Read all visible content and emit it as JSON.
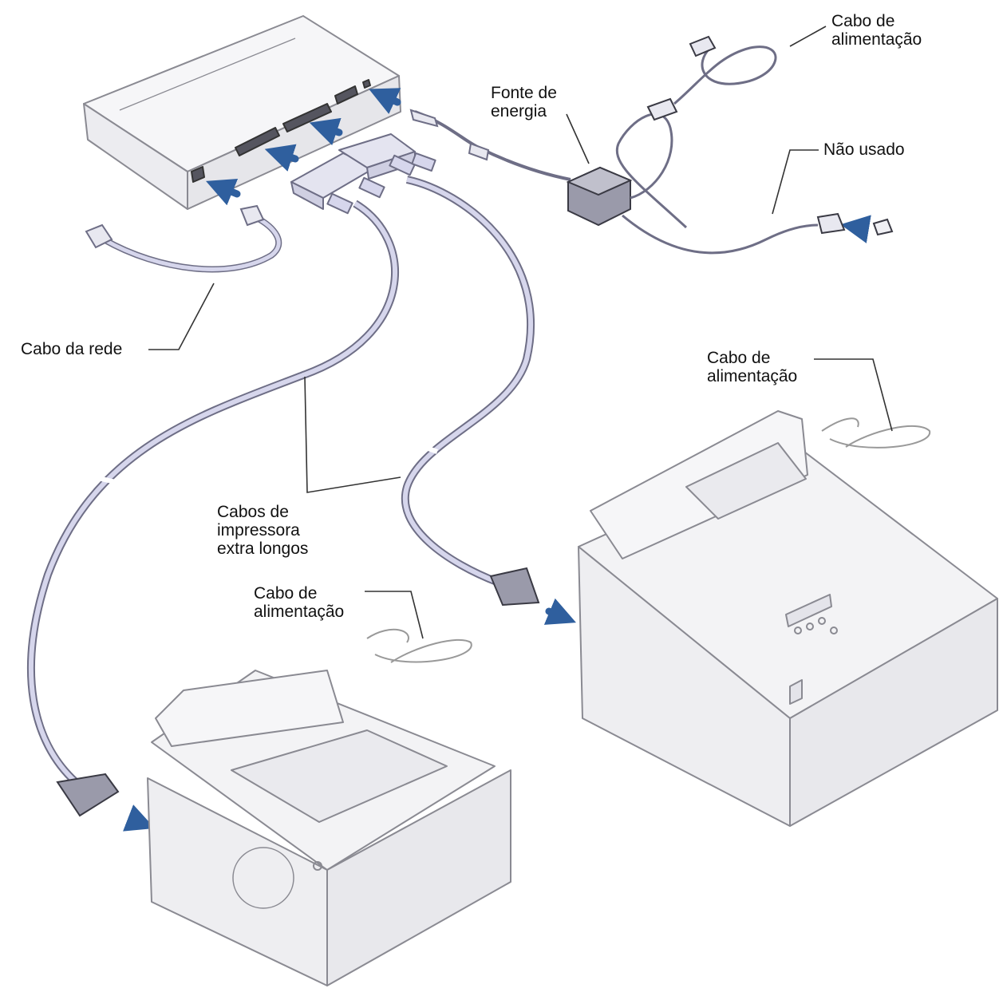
{
  "labels": {
    "power_cable_top": "Cabo de\nalimentação",
    "power_supply": "Fonte de\nenergia",
    "not_used": "Não usado",
    "network_cable": "Cabo da rede",
    "power_cable_right": "Cabo de\nalimentação",
    "printer_cables": "Cabos de\nimpressora\nextra longos",
    "power_cable_left": "Cabo de\nalimentação"
  },
  "colors": {
    "outline": "#8a8a92",
    "device_fill": "#f3f3f5",
    "cable_fill": "#d6d6ec",
    "cable_edge": "#6e6e86",
    "arrow": "#2f5f9e",
    "leader": "#333333",
    "dark": "#3a3a44"
  }
}
